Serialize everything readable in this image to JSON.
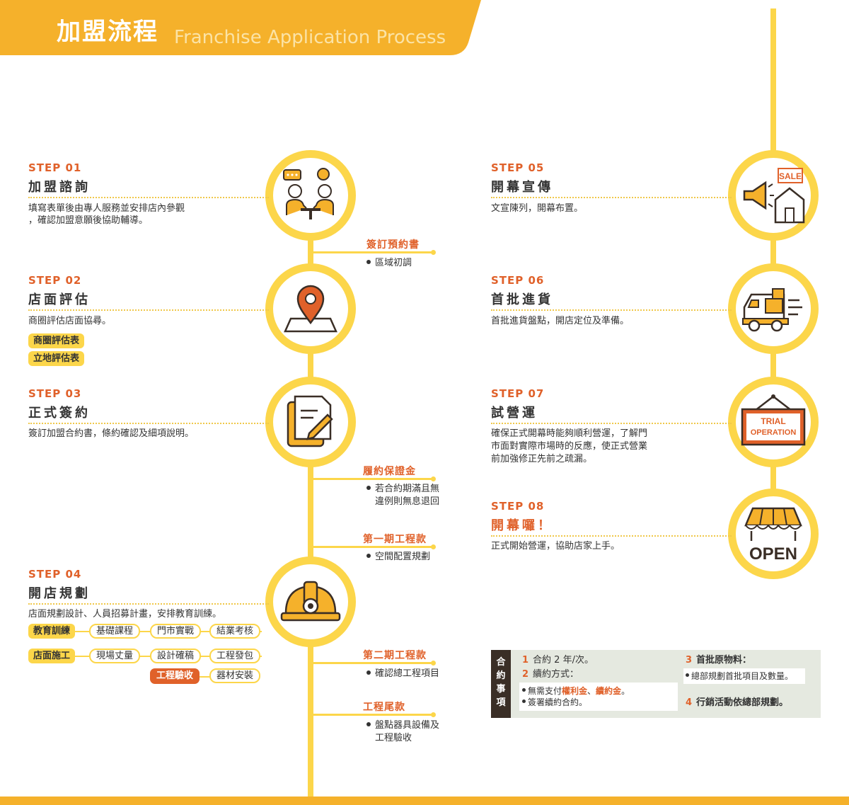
{
  "header": {
    "title_cn": "加盟流程",
    "title_en": "Franchise Application Process"
  },
  "steps": [
    {
      "label": "STEP 01",
      "title": "加盟諮詢",
      "desc": [
        "填寫表單後由專人服務並安排店內參觀",
        "，確認加盟意願後協助輔導。"
      ],
      "icon": "consultation-icon"
    },
    {
      "label": "STEP 02",
      "title": "店面評估",
      "desc": [
        "商圈評估店面協尋。"
      ],
      "icon": "location-pin-icon",
      "tags": [
        "商圈評估表",
        "立地評估表"
      ]
    },
    {
      "label": "STEP 03",
      "title": "正式簽約",
      "desc": [
        "簽訂加盟合約書，條約確認及細項說明。"
      ],
      "icon": "contract-icon"
    },
    {
      "label": "STEP 04",
      "title": "開店規劃",
      "desc": [
        "店面規劃設計、人員招募計畫，安排教育訓練。"
      ],
      "icon": "hard-hat-icon",
      "training": {
        "head": "教育訓練",
        "items": [
          "基礎課程",
          "門市實戰",
          "結業考核"
        ]
      },
      "construction": {
        "head": "店面施工",
        "items": [
          "現場丈量",
          "設計確稿",
          "工程發包"
        ],
        "final_red": "工程驗收",
        "final": "器材安裝"
      }
    },
    {
      "label": "STEP 05",
      "title": "開幕宣傳",
      "desc": [
        "文宣陳列，開幕布置。"
      ],
      "icon": "megaphone-icon"
    },
    {
      "label": "STEP 06",
      "title": "首批進貨",
      "desc": [
        "首批進貨盤點，開店定位及準備。"
      ],
      "icon": "delivery-truck-icon"
    },
    {
      "label": "STEP 07",
      "title": "試營運",
      "desc": [
        "確保正式開幕時能夠順利營運，了解門",
        "市面對實際市場時的反應，使正式營業",
        "前加強修正先前之疏漏。"
      ],
      "icon": "trial-sign-icon"
    },
    {
      "label": "STEP 08",
      "title": "開幕囉！",
      "desc": [
        "正式開始營運，協助店家上手。"
      ],
      "icon": "open-shop-icon"
    }
  ],
  "icon_text": {
    "sale": "SALE",
    "trial_1": "TRIAL",
    "trial_2": "OPERATION",
    "open": "OPEN"
  },
  "payments": [
    {
      "title": "簽訂預約書",
      "items": [
        "區域初調"
      ]
    },
    {
      "title": "履約保證金",
      "items": [
        "若合約期滿且無",
        "違例則無息退回"
      ]
    },
    {
      "title": "第一期工程款",
      "items": [
        "空間配置規劃"
      ]
    },
    {
      "title": "第二期工程款",
      "items": [
        "確認總工程項目"
      ]
    },
    {
      "title": "工程尾款",
      "items": [
        "盤點器具設備及",
        "工程驗收"
      ]
    }
  ],
  "contract": {
    "side_label": [
      "合",
      "約",
      "事",
      "項"
    ],
    "item1": "合約 2 年/次。",
    "item2": "續約方式：",
    "item2_sub1_pre": "無需支付",
    "item2_sub1_red1": "權利金",
    "item2_sub1_mid": "、",
    "item2_sub1_red2": "續約金",
    "item2_sub1_post": "。",
    "item2_sub2": "簽署續約合約。",
    "item3": "首批原物料：",
    "item3_sub": "總部規劃首批項目及數量。",
    "item4": "行銷活動依總部規劃。",
    "nums": [
      "1",
      "2",
      "3",
      "4"
    ]
  },
  "colors": {
    "accent_yellow": "#fcd64a",
    "accent_orange": "#f5b12b",
    "accent_red": "#e0612a",
    "dark": "#3a2e26"
  }
}
